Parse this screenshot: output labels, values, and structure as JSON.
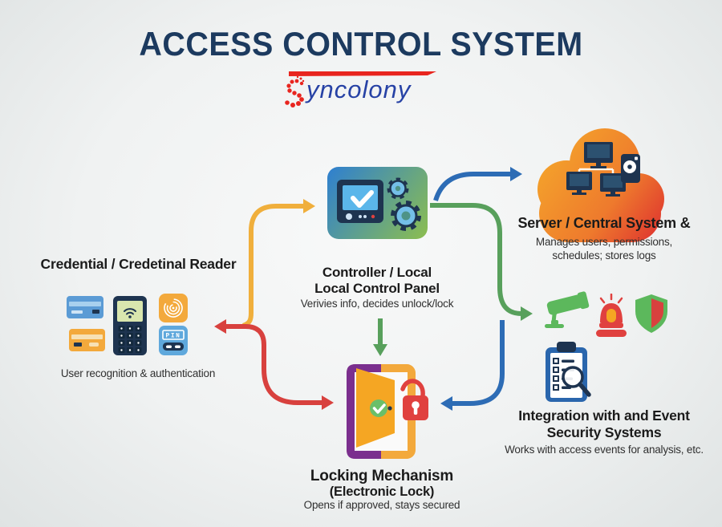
{
  "title": "ACCESS CONTROL SYSTEM",
  "logo": {
    "initial_letter": "S",
    "rest": "yncolony"
  },
  "colors": {
    "background": "#EEF0F0",
    "title_navy": "#1C3A5F",
    "logo_red": "#E8251F",
    "logo_blue": "#2742A5",
    "icon_navy": "#1E3450",
    "icon_orange": "#F3A93C",
    "icon_green": "#5CB85C",
    "icon_red": "#E0413F",
    "icon_blue": "#5B9BD5",
    "door_purple": "#7B2F8E"
  },
  "nodes": {
    "reader": {
      "title": "Credential / Credetinal Reader",
      "caption": "User recognition & authentication",
      "pin_label": "PIN"
    },
    "controller": {
      "title_line1": "Controller / Local",
      "title_line2": "Local Control Panel",
      "caption": "Verivies info, decides unlock/lock"
    },
    "server": {
      "title": "Server / Central System &",
      "caption_line1": "Manages users, permissions,",
      "caption_line2": "schedules; stores logs"
    },
    "integration": {
      "title_line1": "Integration with and Event",
      "title_line2": "Security Systems",
      "caption": "Works with access events for analysis, etc."
    },
    "lock": {
      "title": "Locking Mechanism",
      "subtitle": "(Electronic Lock)",
      "caption": "Opens if approved, stays secured"
    }
  },
  "icons": {
    "reader": [
      "credit-card-blue-icon",
      "credit-card-orange-icon",
      "keypad-terminal-icon",
      "fingerprint-icon",
      "pin-pad-icon"
    ],
    "controller": [
      "control-panel-icon",
      "gear-icon-small",
      "gear-icon-large"
    ],
    "server": [
      "cloud-icon",
      "network-computers-icon",
      "hard-drive-icon"
    ],
    "integration": [
      "cctv-camera-icon",
      "alarm-siren-icon",
      "shield-icon",
      "audit-clipboard-icon",
      "magnifier-icon"
    ],
    "lock": [
      "open-door-icon",
      "approved-check-icon",
      "padlock-icon"
    ]
  },
  "arrows": {
    "reader_to_controller": {
      "color": "#F0AF3C"
    },
    "lock_to_reader": {
      "color": "#D8413E"
    },
    "controller_to_server": {
      "color": "#2D6CB5"
    },
    "controller_to_integration": {
      "color": "#58A05C"
    },
    "controller_to_lock": {
      "color": "#58A05C"
    },
    "branch_to_lock": {
      "color": "#2D6CB5"
    }
  }
}
